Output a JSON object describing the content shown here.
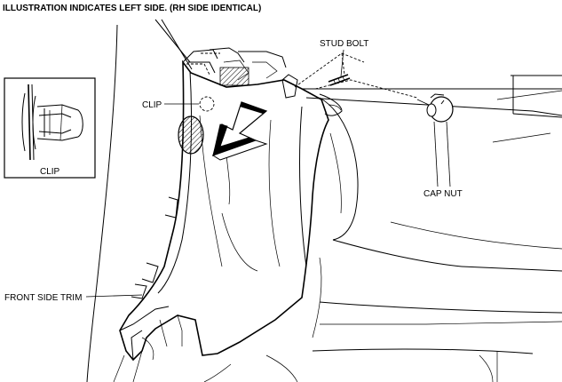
{
  "title": "ILLUSTRATION INDICATES LEFT SIDE. (RH SIDE IDENTICAL)",
  "labels": {
    "stud_bolt": "STUD BOLT",
    "clip_main": "CLIP",
    "clip_inset": "CLIP",
    "cap_nut": "CAP NUT",
    "front_side_trim": "FRONT SIDE TRIM"
  },
  "icons": {
    "removal_arrow": "arrow-down-left-icon",
    "clip_detail": "clip-icon",
    "cap_nut_part": "cap-nut-icon",
    "stud_bolt_part": "stud-bolt-icon"
  },
  "colors": {
    "line": "#000000",
    "background": "#ffffff"
  }
}
